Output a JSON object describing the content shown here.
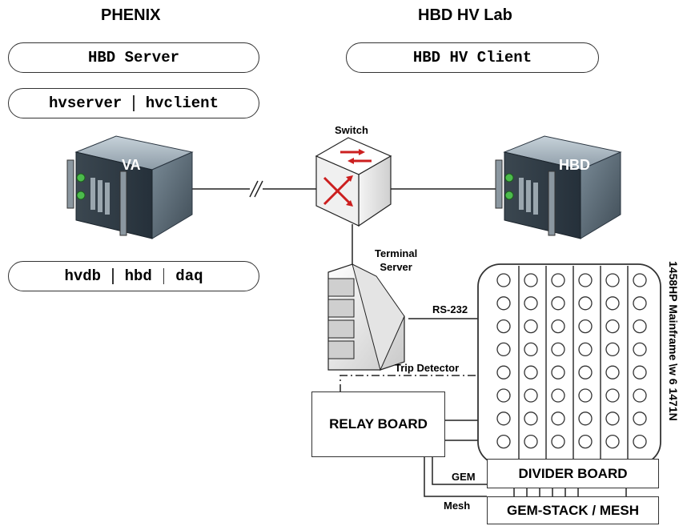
{
  "headers": {
    "left": "PHENIX",
    "right": "HBD HV Lab"
  },
  "pills": {
    "hbd_server": "HBD Server",
    "hbd_hv_client": "HBD HV Client",
    "server_parts": [
      "hvserver",
      "hvclient"
    ],
    "db_parts": [
      "hvdb",
      "hbd",
      "daq"
    ]
  },
  "devices": {
    "va_server": "VA",
    "hbd_server": "HBD",
    "switch": "Switch",
    "terminal_server": "Terminal\nServer"
  },
  "links": {
    "rs232": "RS-232",
    "trip_detector": "Trip Detector",
    "gem": "GEM",
    "mesh": "Mesh"
  },
  "boxes": {
    "relay_board": "RELAY BOARD",
    "divider_board": "DIVIDER BOARD",
    "gem_stack": "GEM-STACK / MESH"
  },
  "mainframe": {
    "label": "1458HP Mainframe \\w 6 1471N",
    "columns": 6,
    "rows": 8,
    "colors": {
      "panel": "#ffffff",
      "stroke": "#333333"
    }
  },
  "colors": {
    "server_body": "#5d6f7c",
    "server_front": "#2f3b44",
    "switch_arrow": "#cc1f1f",
    "led": "#4cbb4c"
  }
}
